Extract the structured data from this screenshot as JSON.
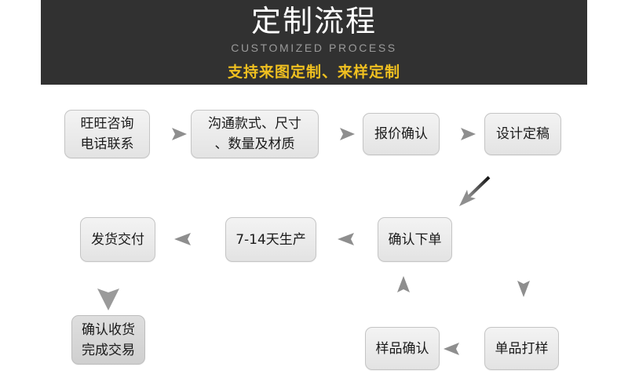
{
  "banner": {
    "title": "定制流程",
    "subtitle": "CUSTOMIZED PROCESS",
    "tagline": "支持来图定制、来样定制",
    "bg_color": "#313131",
    "title_color": "#ffffff",
    "subtitle_color": "#9a9a9a",
    "tagline_color": "#f0c020"
  },
  "flow": {
    "node_fill": "#ececec",
    "node_border": "#c4c4c4",
    "arrow_color": "#1a1a1a",
    "nodes": [
      {
        "id": "wangwang-consult",
        "line1": "旺旺咨询",
        "line2": "电话联系"
      },
      {
        "id": "communicate-specs",
        "line1": "沟通款式、尺寸",
        "line2": "、数量及材质"
      },
      {
        "id": "quote-confirm",
        "line1": "报价确认",
        "line2": ""
      },
      {
        "id": "design-finalize",
        "line1": "设计定稿",
        "line2": ""
      },
      {
        "id": "sample-making",
        "line1": "单品打样",
        "line2": ""
      },
      {
        "id": "sample-confirm",
        "line1": "样品确认",
        "line2": ""
      },
      {
        "id": "place-order",
        "line1": "确认下单",
        "line2": ""
      },
      {
        "id": "production-days",
        "line1": "7-14天生产",
        "line2": ""
      },
      {
        "id": "shipping-delivery",
        "line1": "发货交付",
        "line2": ""
      },
      {
        "id": "receipt-complete",
        "line1": "确认收货",
        "line2": "完成交易"
      }
    ],
    "connectors": [
      {
        "id": "arrow-consult-to-specs",
        "direction": "right"
      },
      {
        "id": "arrow-specs-to-quote",
        "direction": "right"
      },
      {
        "id": "arrow-quote-to-design",
        "direction": "right"
      },
      {
        "id": "arrow-design-to-sample",
        "direction": "down"
      },
      {
        "id": "arrow-sample-to-confirm",
        "direction": "left"
      },
      {
        "id": "arrow-confirm-to-order",
        "direction": "up"
      },
      {
        "id": "arrow-order-diagonal",
        "direction": "down-left"
      },
      {
        "id": "arrow-order-to-production",
        "direction": "left"
      },
      {
        "id": "arrow-production-to-shipping",
        "direction": "left"
      },
      {
        "id": "arrow-shipping-to-receipt",
        "direction": "down"
      }
    ]
  }
}
